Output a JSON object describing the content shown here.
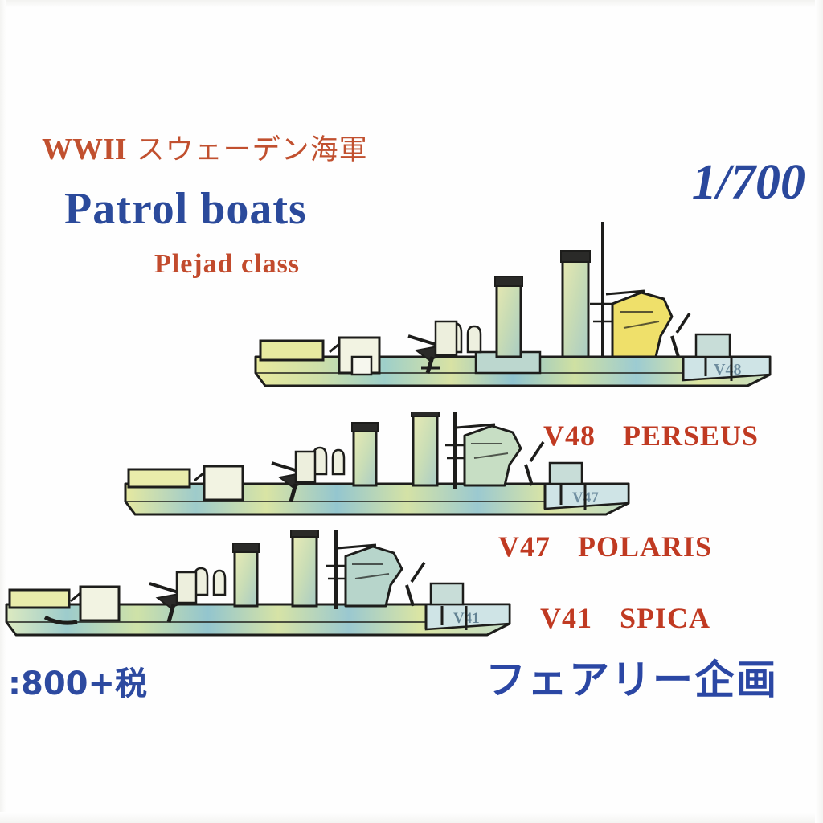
{
  "sheet": {
    "background_color": "#fefefe",
    "kit_scale": "1/700"
  },
  "header": {
    "era_label": "WWII",
    "navy_jp": "スウェーデン海軍",
    "title": "Patrol  boats",
    "subtitle": "Plejad  class",
    "scale": "1/700",
    "title_color": "#2b4a9b",
    "accent_color": "#c1502f"
  },
  "ships": [
    {
      "hull_number": "V48",
      "name": "PERSEUS",
      "hull_marking": "V48",
      "label_color": "#c03a22"
    },
    {
      "hull_number": "V47",
      "name": "POLARIS",
      "hull_marking": "V47",
      "label_color": "#c03a22"
    },
    {
      "hull_number": "V41",
      "name": "SPICA",
      "hull_marking": "V41",
      "label_color": "#c03a22"
    }
  ],
  "footer": {
    "price": ":800+税",
    "brand": "フェアリー企画",
    "price_color": "#2d4aa0",
    "brand_color": "#2b47a4"
  }
}
